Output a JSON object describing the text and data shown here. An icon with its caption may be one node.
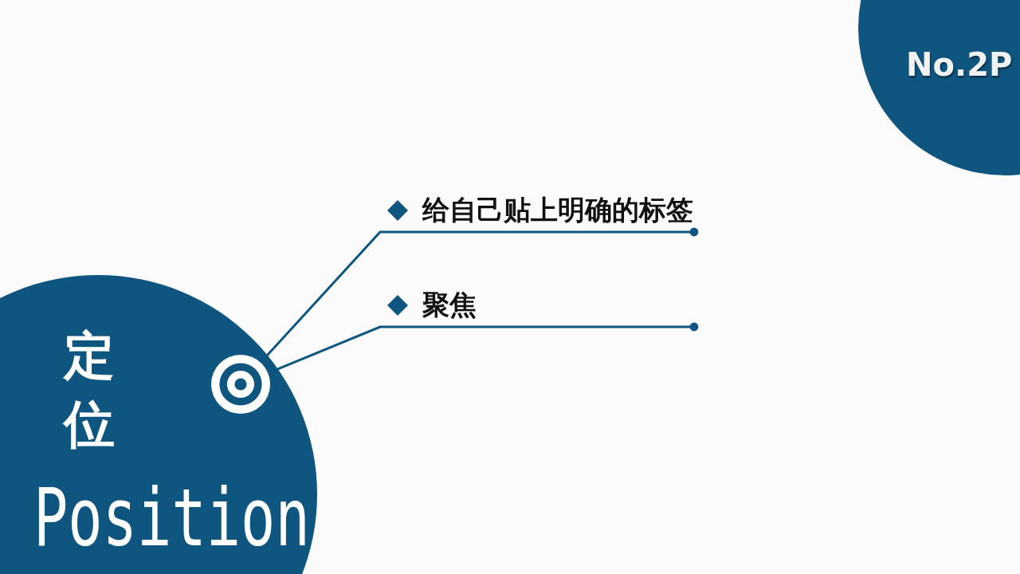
{
  "diagram": {
    "nodes": [
      {
        "text": [
          "定位",
          "Position"
        ]
      },
      {
        "text": [],
        "shape": "circle",
        "in": 0
      },
      {
        "text": [
          "No.2P"
        ]
      }
    ],
    "edges": [
      {
        "from": 1,
        "to": null,
        "arrow": "other",
        "label": "给自己贴上明确的标签"
      },
      {
        "from": 1,
        "to": null,
        "arrow": "other",
        "label": "聚焦"
      }
    ]
  }
}
